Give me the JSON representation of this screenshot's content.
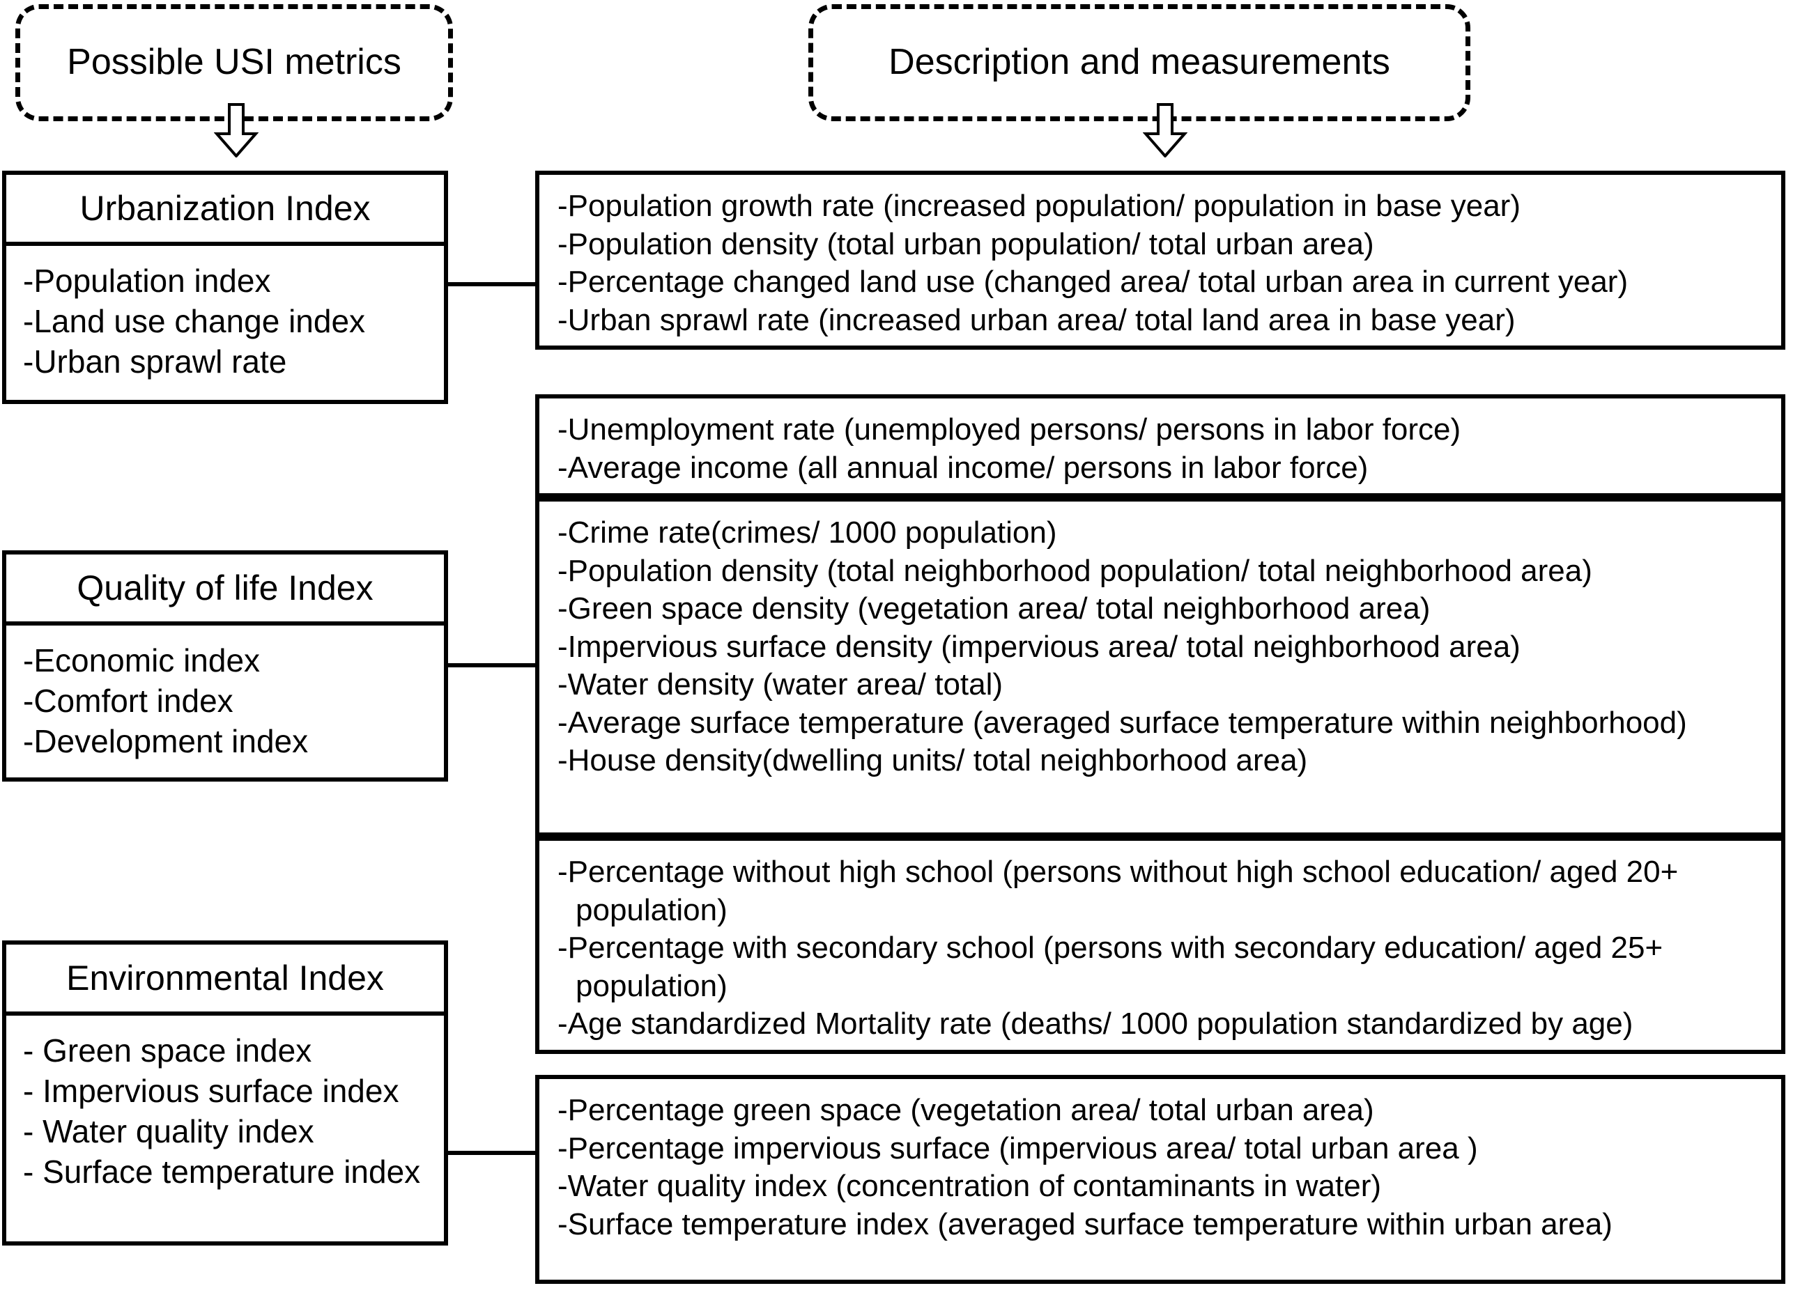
{
  "headers": {
    "left": "Possible USI metrics",
    "right": "Description and measurements"
  },
  "indices": [
    {
      "title": "Urbanization Index",
      "items": [
        "-Population index",
        "-Land use change index",
        "-Urban sprawl rate"
      ]
    },
    {
      "title": "Quality of life Index",
      "items": [
        "-Economic index",
        "-Comfort index",
        "-Development index"
      ]
    },
    {
      "title": "Environmental Index",
      "items": [
        "- Green space index",
        "- Impervious surface index",
        "- Water quality index",
        "- Surface temperature index"
      ]
    }
  ],
  "descriptions": [
    {
      "id": "urbanization-measurements",
      "lines": [
        "-Population growth rate (increased population/ population in base year)",
        "-Population density (total urban population/ total urban area)",
        "-Percentage changed land use (changed area/ total urban area in current year)",
        "-Urban sprawl rate (increased urban area/ total land area in base year)"
      ]
    },
    {
      "id": "economic-measurements",
      "lines": [
        "-Unemployment rate (unemployed persons/ persons in labor force)",
        "-Average income (all annual income/ persons in labor force)"
      ]
    },
    {
      "id": "comfort-measurements",
      "lines": [
        "-Crime rate(crimes/ 1000 population)",
        "-Population density (total neighborhood population/ total neighborhood area)",
        "-Green space density (vegetation area/ total neighborhood area)",
        "-Impervious surface density (impervious area/ total neighborhood area)",
        "-Water density (water area/ total)",
        "-Average surface temperature (averaged surface temperature within neighborhood)",
        "-House density(dwelling units/ total neighborhood area)"
      ]
    },
    {
      "id": "development-measurements",
      "lines": [
        "-Percentage without high school (persons without high school education/ aged 20+",
        " population)",
        "-Percentage with secondary school (persons with secondary education/ aged 25+",
        " population)",
        "-Age standardized Mortality rate (deaths/ 1000 population standardized by age)"
      ]
    },
    {
      "id": "environmental-measurements",
      "lines": [
        "-Percentage green space (vegetation area/ total urban area)",
        "-Percentage impervious surface (impervious area/ total urban area )",
        "-Water quality index (concentration of contaminants in water)",
        "-Surface temperature index (averaged surface temperature within urban area)"
      ]
    }
  ],
  "colors": {
    "stroke": "#000000",
    "background": "#ffffff"
  }
}
